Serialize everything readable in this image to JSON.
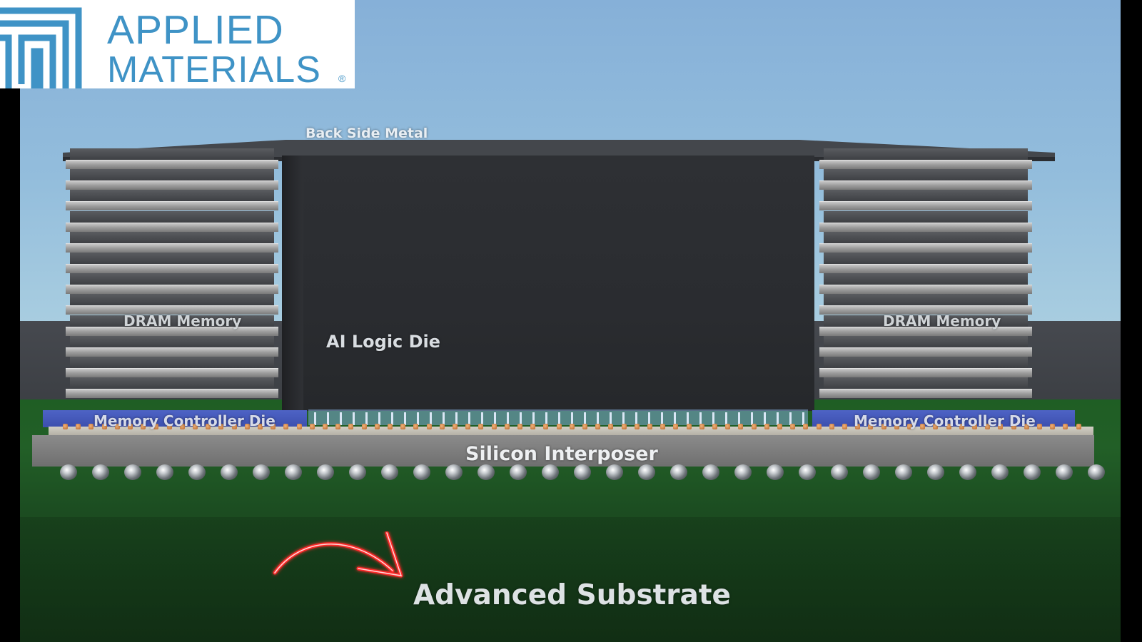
{
  "logo": {
    "line1": "APPLIED",
    "line2": "MATERIALS",
    "registered": "®",
    "brand_color": "#3f93c6"
  },
  "labels": {
    "back_side_metal": "Back Side Metal",
    "ai_logic_die": "AI Logic Die",
    "dram_left": "DRAM Memory",
    "dram_right": "DRAM Memory",
    "mcd_left": "Memory Controller Die",
    "mcd_right": "Memory Controller Die",
    "interposer": "Silicon Interposer",
    "substrate": "Advanced Substrate"
  },
  "colors": {
    "sky": "#93bddc",
    "ground": "#1f5e24",
    "memory_controller_die": "#4e63c5",
    "interposer": "#7d7d7d",
    "ai_logic_die": "#2c2e32",
    "arrow": "#ff2a2a"
  },
  "icons": {
    "annotation_arrow": "curved-arrow-icon"
  }
}
